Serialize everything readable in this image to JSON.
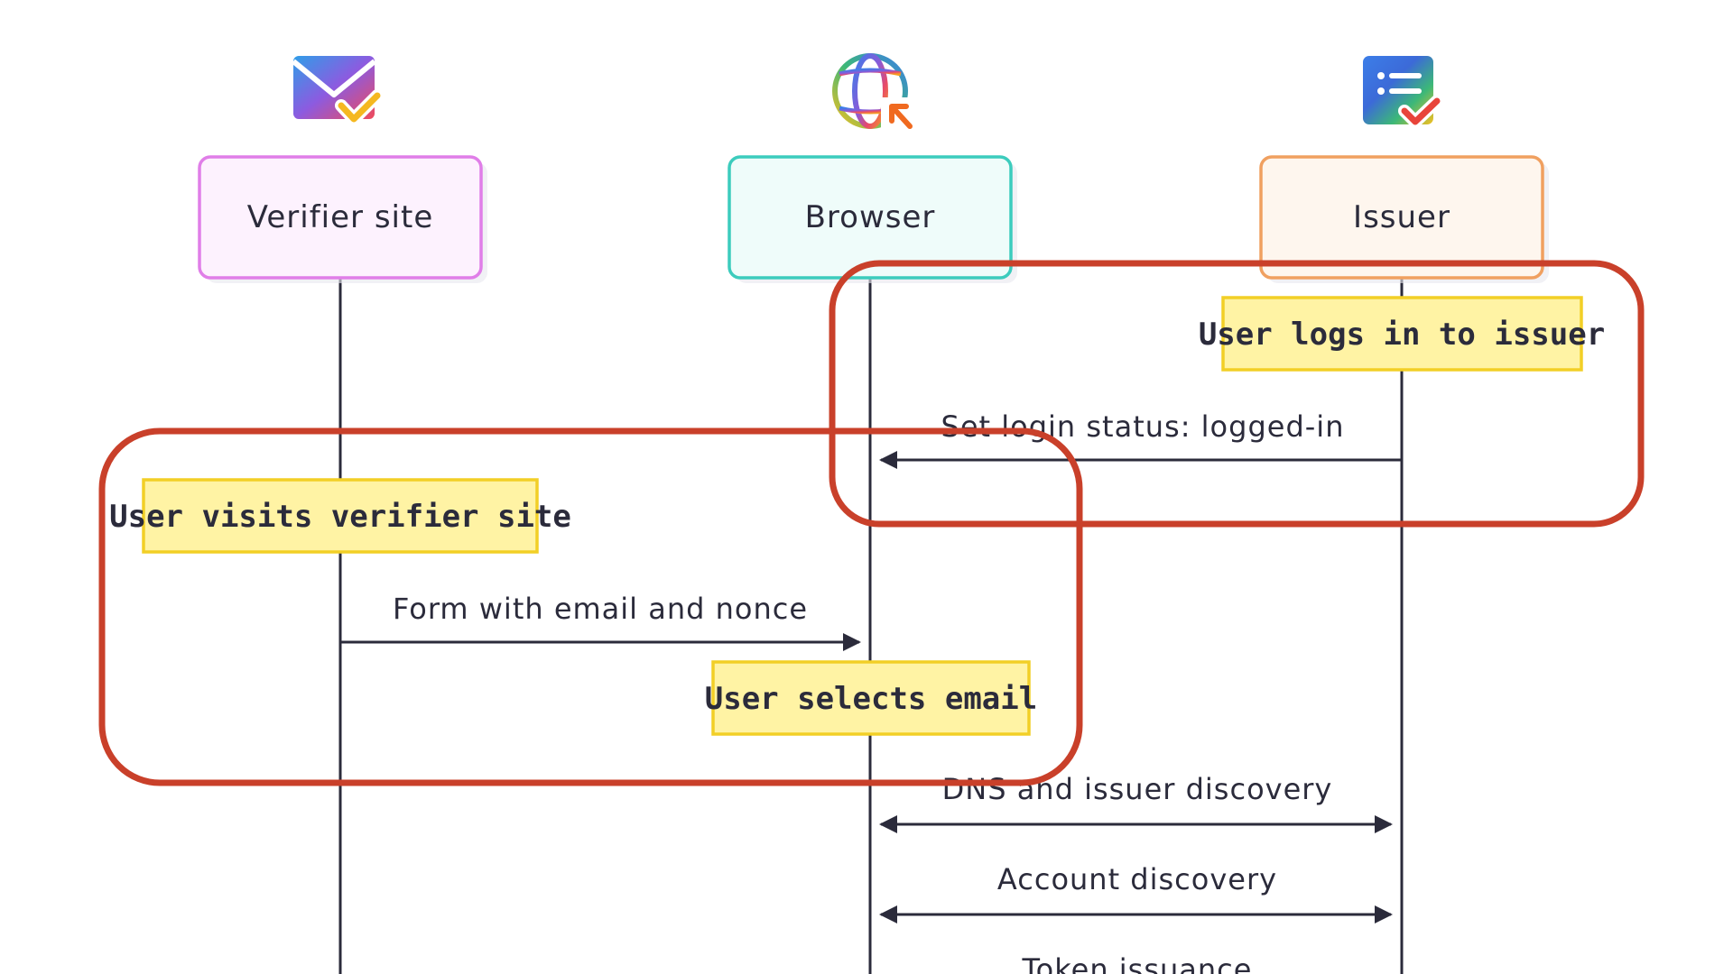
{
  "actors": [
    {
      "label": "Verifier site",
      "icon": "email-check-icon",
      "border": "#e07ee8",
      "fill": "#fdf2fe"
    },
    {
      "label": "Browser",
      "icon": "globe-cursor-icon",
      "border": "#3cccbd",
      "fill": "#effcfa"
    },
    {
      "label": "Issuer",
      "icon": "list-check-icon",
      "border": "#f0a060",
      "fill": "#fef6ee"
    }
  ],
  "notes": {
    "issuer_login": "User logs in to issuer",
    "verifier_visit": "User visits verifier site",
    "select_email": "User selects email"
  },
  "messages": {
    "login_status": "Set login status: logged-in",
    "form": "Form with email and nonce",
    "dns": "DNS and issuer discovery",
    "account": "Account discovery",
    "token": "Token issuance"
  },
  "colors": {
    "line": "#2b2b3b",
    "note_fill": "#fff3a4",
    "note_border": "#f2cf26",
    "highlight": "#c9402a"
  }
}
